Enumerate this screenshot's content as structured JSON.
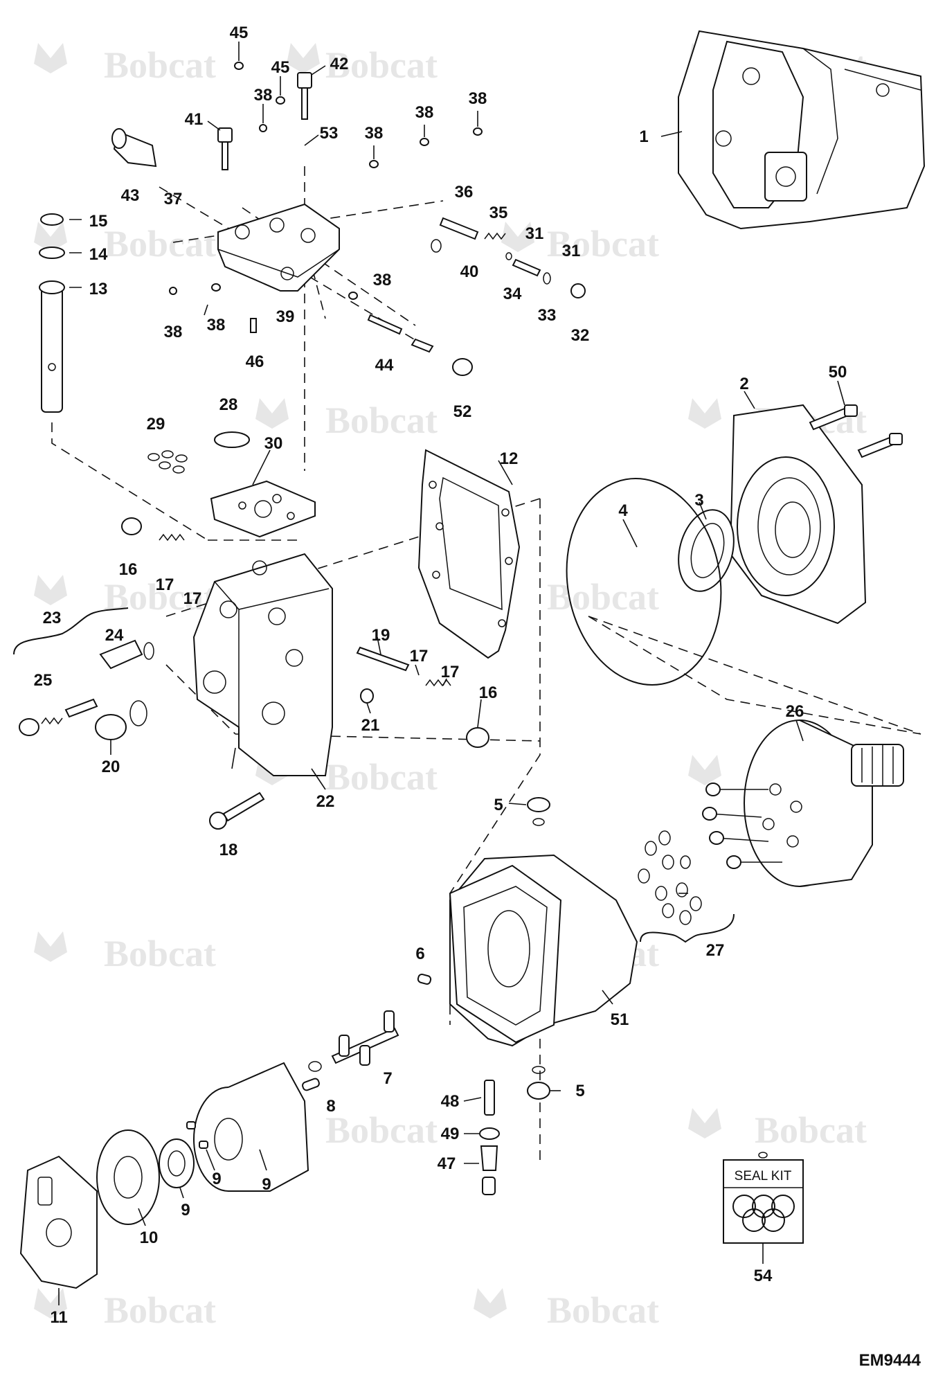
{
  "watermark_text": "Bobcat",
  "document_code": "EM9444",
  "seal_kit_label": "SEAL KIT",
  "callouts": [
    {
      "id": "c45a",
      "text": "45"
    },
    {
      "id": "c45b",
      "text": "45"
    },
    {
      "id": "c42",
      "text": "42"
    },
    {
      "id": "c38a",
      "text": "38"
    },
    {
      "id": "c41",
      "text": "41"
    },
    {
      "id": "c53",
      "text": "53"
    },
    {
      "id": "c38b",
      "text": "38"
    },
    {
      "id": "c38c",
      "text": "38"
    },
    {
      "id": "c38d",
      "text": "38"
    },
    {
      "id": "c43",
      "text": "43"
    },
    {
      "id": "c37",
      "text": "37"
    },
    {
      "id": "c15",
      "text": "15"
    },
    {
      "id": "c14",
      "text": "14"
    },
    {
      "id": "c13",
      "text": "13"
    },
    {
      "id": "c36",
      "text": "36"
    },
    {
      "id": "c35",
      "text": "35"
    },
    {
      "id": "c31a",
      "text": "31"
    },
    {
      "id": "c31b",
      "text": "31"
    },
    {
      "id": "c40",
      "text": "40"
    },
    {
      "id": "c34",
      "text": "34"
    },
    {
      "id": "c33",
      "text": "33"
    },
    {
      "id": "c32",
      "text": "32"
    },
    {
      "id": "c38e",
      "text": "38"
    },
    {
      "id": "c38f",
      "text": "38"
    },
    {
      "id": "c38g",
      "text": "38"
    },
    {
      "id": "c39",
      "text": "39"
    },
    {
      "id": "c46",
      "text": "46"
    },
    {
      "id": "c44",
      "text": "44"
    },
    {
      "id": "c52",
      "text": "52"
    },
    {
      "id": "c1",
      "text": "1"
    },
    {
      "id": "c2",
      "text": "2"
    },
    {
      "id": "c50",
      "text": "50"
    },
    {
      "id": "c28",
      "text": "28"
    },
    {
      "id": "c29",
      "text": "29"
    },
    {
      "id": "c30",
      "text": "30"
    },
    {
      "id": "c12",
      "text": "12"
    },
    {
      "id": "c4",
      "text": "4"
    },
    {
      "id": "c3",
      "text": "3"
    },
    {
      "id": "c16a",
      "text": "16"
    },
    {
      "id": "c17a",
      "text": "17"
    },
    {
      "id": "c17b",
      "text": "17"
    },
    {
      "id": "c23",
      "text": "23"
    },
    {
      "id": "c24",
      "text": "24"
    },
    {
      "id": "c25",
      "text": "25"
    },
    {
      "id": "c19",
      "text": "19"
    },
    {
      "id": "c17c",
      "text": "17"
    },
    {
      "id": "c17d",
      "text": "17"
    },
    {
      "id": "c16b",
      "text": "16"
    },
    {
      "id": "c21",
      "text": "21"
    },
    {
      "id": "c20",
      "text": "20"
    },
    {
      "id": "c22",
      "text": "22"
    },
    {
      "id": "c18",
      "text": "18"
    },
    {
      "id": "c26",
      "text": "26"
    },
    {
      "id": "c5a",
      "text": "5"
    },
    {
      "id": "c27",
      "text": "27"
    },
    {
      "id": "c6",
      "text": "6"
    },
    {
      "id": "c51",
      "text": "51"
    },
    {
      "id": "c7",
      "text": "7"
    },
    {
      "id": "c8",
      "text": "8"
    },
    {
      "id": "c5b",
      "text": "5"
    },
    {
      "id": "c48",
      "text": "48"
    },
    {
      "id": "c49",
      "text": "49"
    },
    {
      "id": "c47",
      "text": "47"
    },
    {
      "id": "c9a",
      "text": "9"
    },
    {
      "id": "c9b",
      "text": "9"
    },
    {
      "id": "c9c",
      "text": "9"
    },
    {
      "id": "c10",
      "text": "10"
    },
    {
      "id": "c11",
      "text": "11"
    },
    {
      "id": "c54",
      "text": "54"
    }
  ]
}
